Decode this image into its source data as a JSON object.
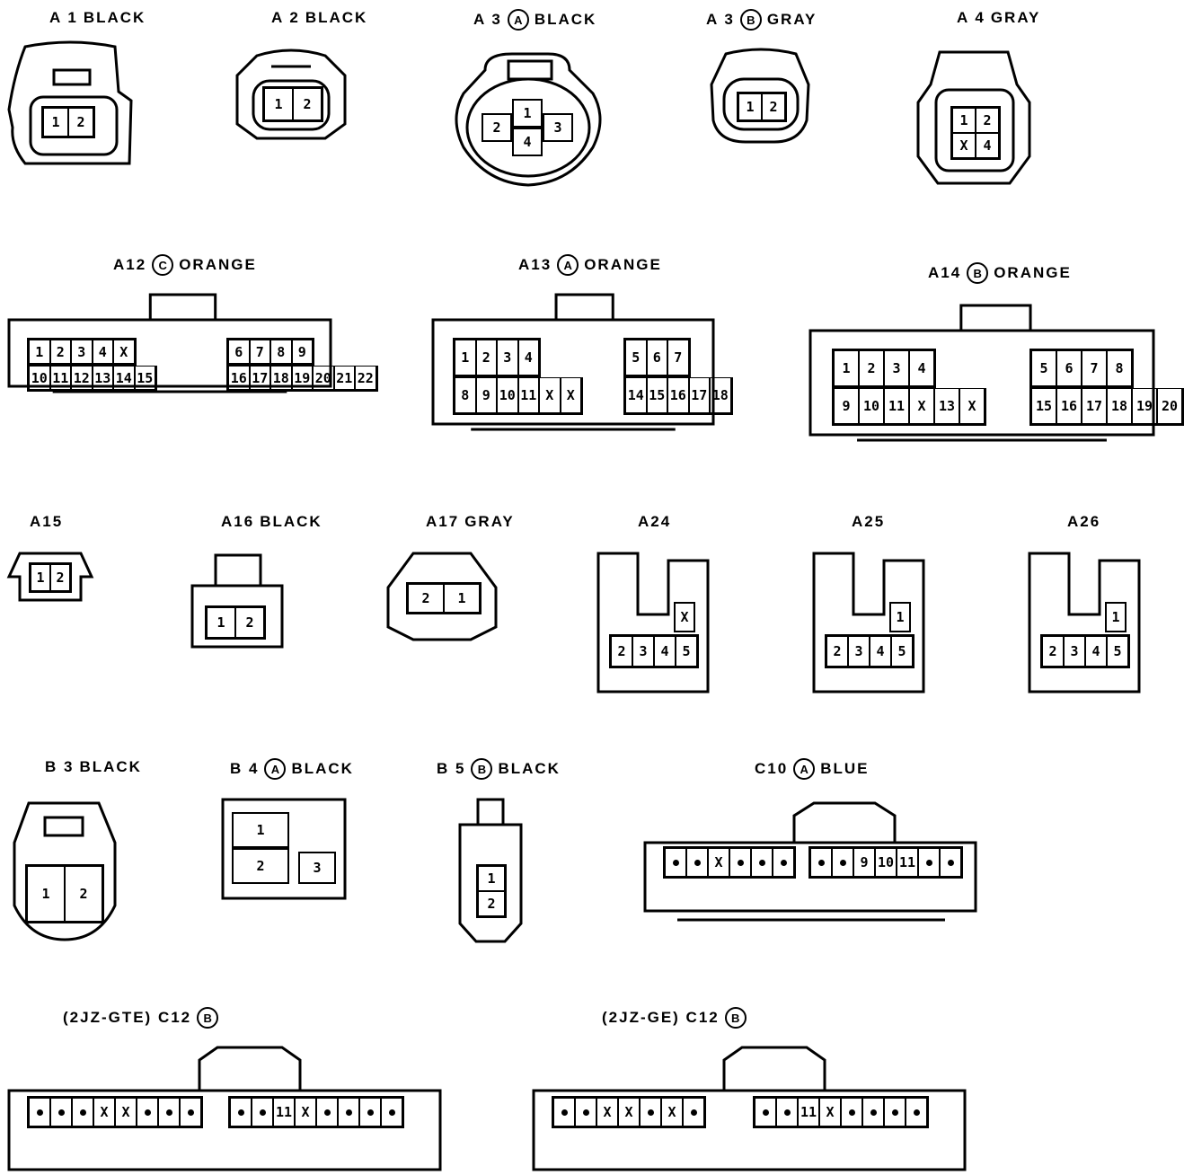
{
  "connectors": [
    {
      "id": "A1",
      "label": {
        "name": "A 1",
        "badge": "",
        "color": "BLACK"
      },
      "rows": [
        [
          "1",
          "2"
        ]
      ]
    },
    {
      "id": "A2",
      "label": {
        "name": "A 2",
        "badge": "",
        "color": "BLACK"
      },
      "rows": [
        [
          "1",
          "2"
        ]
      ]
    },
    {
      "id": "A3A",
      "label": {
        "name": "A 3",
        "badge": "A",
        "color": "BLACK"
      },
      "pins": {
        "top": "1",
        "left": "2",
        "right": "3",
        "bottom": "4"
      }
    },
    {
      "id": "A3B",
      "label": {
        "name": "A 3",
        "badge": "B",
        "color": "GRAY"
      },
      "rows": [
        [
          "1",
          "2"
        ]
      ]
    },
    {
      "id": "A4",
      "label": {
        "name": "A 4",
        "badge": "",
        "color": "GRAY"
      },
      "rows": [
        [
          "1",
          "2"
        ],
        [
          "X",
          "4"
        ]
      ]
    },
    {
      "id": "A12",
      "label": {
        "name": "A12",
        "badge": "C",
        "color": "ORANGE"
      },
      "left": [
        [
          "1",
          "2",
          "3",
          "4",
          "X"
        ],
        [
          "10",
          "11",
          "12",
          "13",
          "14",
          "15"
        ]
      ],
      "right": [
        [
          "6",
          "7",
          "8",
          "9"
        ],
        [
          "16",
          "17",
          "18",
          "19",
          "20",
          "21",
          "22"
        ]
      ]
    },
    {
      "id": "A13",
      "label": {
        "name": "A13",
        "badge": "A",
        "color": "ORANGE"
      },
      "left": [
        [
          "1",
          "2",
          "3",
          "4"
        ],
        [
          "8",
          "9",
          "10",
          "11",
          "X",
          "X"
        ]
      ],
      "right": [
        [
          "5",
          "6",
          "7"
        ],
        [
          "14",
          "15",
          "16",
          "17",
          "18"
        ]
      ]
    },
    {
      "id": "A14",
      "label": {
        "name": "A14",
        "badge": "B",
        "color": "ORANGE"
      },
      "left": [
        [
          "1",
          "2",
          "3",
          "4"
        ],
        [
          "9",
          "10",
          "11",
          "X",
          "13",
          "X"
        ]
      ],
      "right": [
        [
          "5",
          "6",
          "7",
          "8"
        ],
        [
          "15",
          "16",
          "17",
          "18",
          "19",
          "20"
        ]
      ]
    },
    {
      "id": "A15",
      "label": {
        "name": "A15",
        "badge": "",
        "color": ""
      },
      "rows": [
        [
          "1",
          "2"
        ]
      ]
    },
    {
      "id": "A16",
      "label": {
        "name": "A16",
        "badge": "",
        "color": "BLACK"
      },
      "rows": [
        [
          "1",
          "2"
        ]
      ]
    },
    {
      "id": "A17",
      "label": {
        "name": "A17",
        "badge": "",
        "color": "GRAY"
      },
      "rows": [
        [
          "2",
          "1"
        ]
      ]
    },
    {
      "id": "A24",
      "label": {
        "name": "A24",
        "badge": "",
        "color": ""
      },
      "top": "X",
      "rows": [
        [
          "2",
          "3",
          "4",
          "5"
        ]
      ]
    },
    {
      "id": "A25",
      "label": {
        "name": "A25",
        "badge": "",
        "color": ""
      },
      "top": "1",
      "rows": [
        [
          "2",
          "3",
          "4",
          "5"
        ]
      ]
    },
    {
      "id": "A26",
      "label": {
        "name": "A26",
        "badge": "",
        "color": ""
      },
      "top": "1",
      "rows": [
        [
          "2",
          "3",
          "4",
          "5"
        ]
      ]
    },
    {
      "id": "B3",
      "label": {
        "name": "B 3",
        "badge": "",
        "color": "BLACK"
      },
      "rows": [
        [
          "1",
          "2"
        ]
      ]
    },
    {
      "id": "B4A",
      "label": {
        "name": "B 4",
        "badge": "A",
        "color": "BLACK"
      },
      "pins": {
        "top": "1",
        "bottom": "2",
        "side": "3"
      }
    },
    {
      "id": "B5B",
      "label": {
        "name": "B 5",
        "badge": "B",
        "color": "BLACK"
      },
      "rows": [
        [
          "1"
        ],
        [
          "2"
        ]
      ]
    },
    {
      "id": "C10A",
      "label": {
        "name": "C10",
        "badge": "A",
        "color": "BLUE"
      },
      "left": [
        [
          "•",
          "•",
          "X",
          "•",
          "•",
          "•"
        ]
      ],
      "right": [
        [
          "•",
          "•",
          "9",
          "10",
          "11",
          "•",
          "•"
        ]
      ]
    },
    {
      "id": "C12GTE",
      "label": {
        "name": "(2JZ-GTE) C12",
        "badge": "B",
        "color": ""
      },
      "left": [
        [
          "•",
          "•",
          "•",
          "X",
          "X",
          "•",
          "•",
          "•"
        ]
      ],
      "right": [
        [
          "•",
          "•",
          "11",
          "X",
          "•",
          "•",
          "•",
          "•"
        ]
      ]
    },
    {
      "id": "C12GE",
      "label": {
        "name": "(2JZ-GE) C12",
        "badge": "B",
        "color": ""
      },
      "left": [
        [
          "•",
          "•",
          "X",
          "X",
          "•",
          "X",
          "•"
        ]
      ],
      "right": [
        [
          "•",
          "•",
          "11",
          "X",
          "•",
          "•",
          "•",
          "•"
        ]
      ]
    }
  ]
}
